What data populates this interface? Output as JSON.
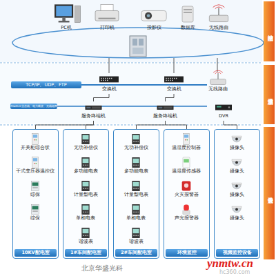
{
  "diagram": {
    "nodes": [
      {
        "text": [
          "PC机"
        ]
      },
      {
        "text": [
          "打印机"
        ]
      },
      {
        "text": [
          "投影仪"
        ]
      },
      {
        "text": [
          "数据库"
        ]
      },
      {
        "text": [
          "无线路由"
        ]
      },
      {
        "text": [
          "站控层"
        ]
      },
      {
        "text": [
          "TCP/IP、UDP、FTP"
        ]
      },
      {
        "text": [
          "交换机"
        ]
      },
      {
        "text": [
          "交换机"
        ]
      },
      {
        "text": [
          "无线路由"
        ]
      },
      {
        "text": [
          "通信层"
        ]
      },
      {
        "text": [
          "RS485工业总线、电力载波、无线组网"
        ]
      },
      {
        "text": [
          "服务终端机"
        ]
      },
      {
        "text": [
          "服务终端机"
        ]
      },
      {
        "text": [
          "DVR"
        ]
      },
      {
        "text": [
          "10KV配电室"
        ]
      },
      {
        "text": [
          "开关柜综合状"
        ],
        "in": 15
      },
      {
        "text": [
          "干式变压器温控仪"
        ],
        "in": 15
      },
      {
        "text": [
          "综保"
        ],
        "in": 15
      },
      {
        "text": [
          "综保"
        ],
        "in": 15
      },
      {
        "text": [
          "1#车间配电室"
        ]
      },
      {
        "text": [
          "无功补偿仪"
        ],
        "in": 20
      },
      {
        "text": [
          "多功能电表"
        ],
        "in": 20
      },
      {
        "text": [
          "计量型电表"
        ],
        "in": 20
      },
      {
        "text": [
          "单相电表"
        ],
        "in": 20
      },
      {
        "text": [
          "谐波表"
        ],
        "in": 20
      },
      {
        "text": [
          "2#车间配电室"
        ]
      },
      {
        "text": [
          "无功补偿仪"
        ],
        "in": 26
      },
      {
        "text": [
          "多功能电表"
        ],
        "in": 26
      },
      {
        "text": [
          "计量型电表"
        ],
        "in": 26
      },
      {
        "text": [
          "单相电表"
        ],
        "in": 26
      },
      {
        "text": [
          "谐波表"
        ],
        "in": 26
      },
      {
        "text": [
          "环境监控"
        ]
      },
      {
        "text": [
          "温湿度控制器"
        ],
        "in": 32
      },
      {
        "text": [
          "温湿度传感器"
        ],
        "in": 32
      },
      {
        "text": [
          "火灾报警器"
        ],
        "in": 32
      },
      {
        "text": [
          "声光报警器"
        ],
        "in": 32
      },
      {
        "text": [
          "视频监控设备"
        ]
      },
      {
        "text": [
          "摄像头"
        ],
        "in": 37
      },
      {
        "text": [
          "摄像头"
        ],
        "in": 37
      },
      {
        "text": [
          "摄像头"
        ],
        "in": 37
      },
      {
        "text": [
          "摄像头"
        ],
        "in": 37
      },
      {
        "text": [
          "设备层"
        ]
      }
    ],
    "edges": [
      {
        "from": 7,
        "to": 12,
        "arrow": "none"
      },
      {
        "from": 8,
        "to": 13,
        "arrow": "none"
      },
      {
        "from": 12,
        "to": 15,
        "arrow": "none"
      },
      {
        "from": 12,
        "to": 20,
        "arrow": "none"
      },
      {
        "from": 13,
        "to": 26,
        "arrow": "none"
      },
      {
        "from": 13,
        "to": 32,
        "arrow": "none"
      },
      {
        "from": 14,
        "to": 37,
        "arrow": "none"
      }
    ],
    "labels": [
      "北京华盛光科",
      "ynmtw.cn",
      "hc360.com"
    ]
  }
}
